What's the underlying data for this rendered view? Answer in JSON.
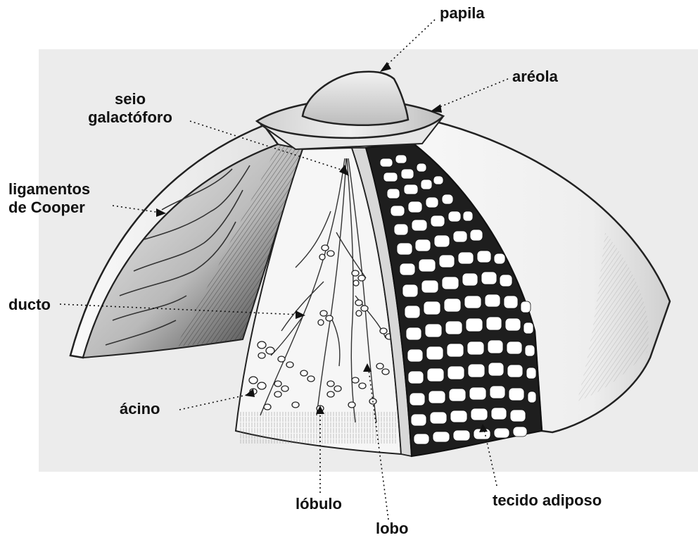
{
  "labels": {
    "papila": "papila",
    "areola": "aréola",
    "seio_line1": "seio",
    "seio_line2": "galactóforo",
    "ligamentos_line1": "ligamentos",
    "ligamentos_line2": "de Cooper",
    "ducto": "ducto",
    "acino": "ácino",
    "lobulo": "lóbulo",
    "lobo": "lobo",
    "tecido": "tecido adiposo"
  },
  "colors": {
    "ink": "#111111",
    "background_panel": "#ececec",
    "skin": "#f4f4f4",
    "fat_cell": "#ffffff",
    "dark_shading": "#3a3a3a"
  }
}
